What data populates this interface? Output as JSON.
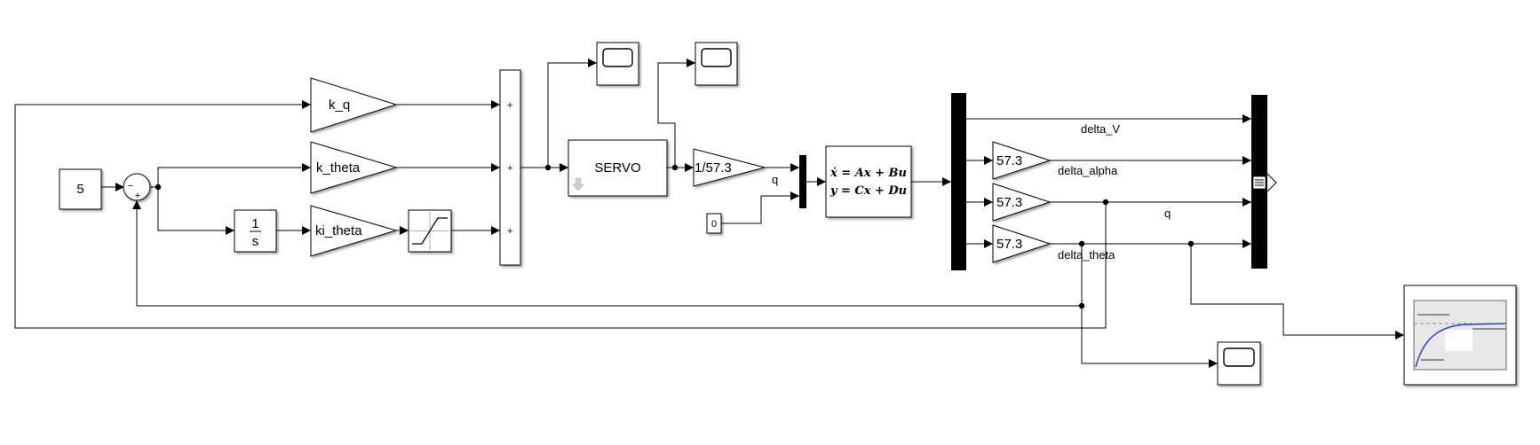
{
  "blocks": {
    "constant_5": "5",
    "constant_0": "0",
    "gain_kq": "k_q",
    "gain_ktheta": "k_theta",
    "gain_kitheta": "ki_theta",
    "integrator_num": "1",
    "integrator_den": "s",
    "servo": "SERVO",
    "gain_inv": "1/57.3",
    "gain_out_alpha": "57.3",
    "gain_out_q": "57.3",
    "gain_out_theta": "57.3",
    "state_space_line1": "ẋ = Ax + Bu",
    "state_space_line2": "y = Cx + Du",
    "sum_minus": "−",
    "sum_plus": "+",
    "sum3_plus": "+"
  },
  "signals": {
    "q_in": "q",
    "delta_v": "delta_V",
    "delta_alpha": "delta_alpha",
    "q_out": "q",
    "delta_theta": "delta_theta"
  }
}
